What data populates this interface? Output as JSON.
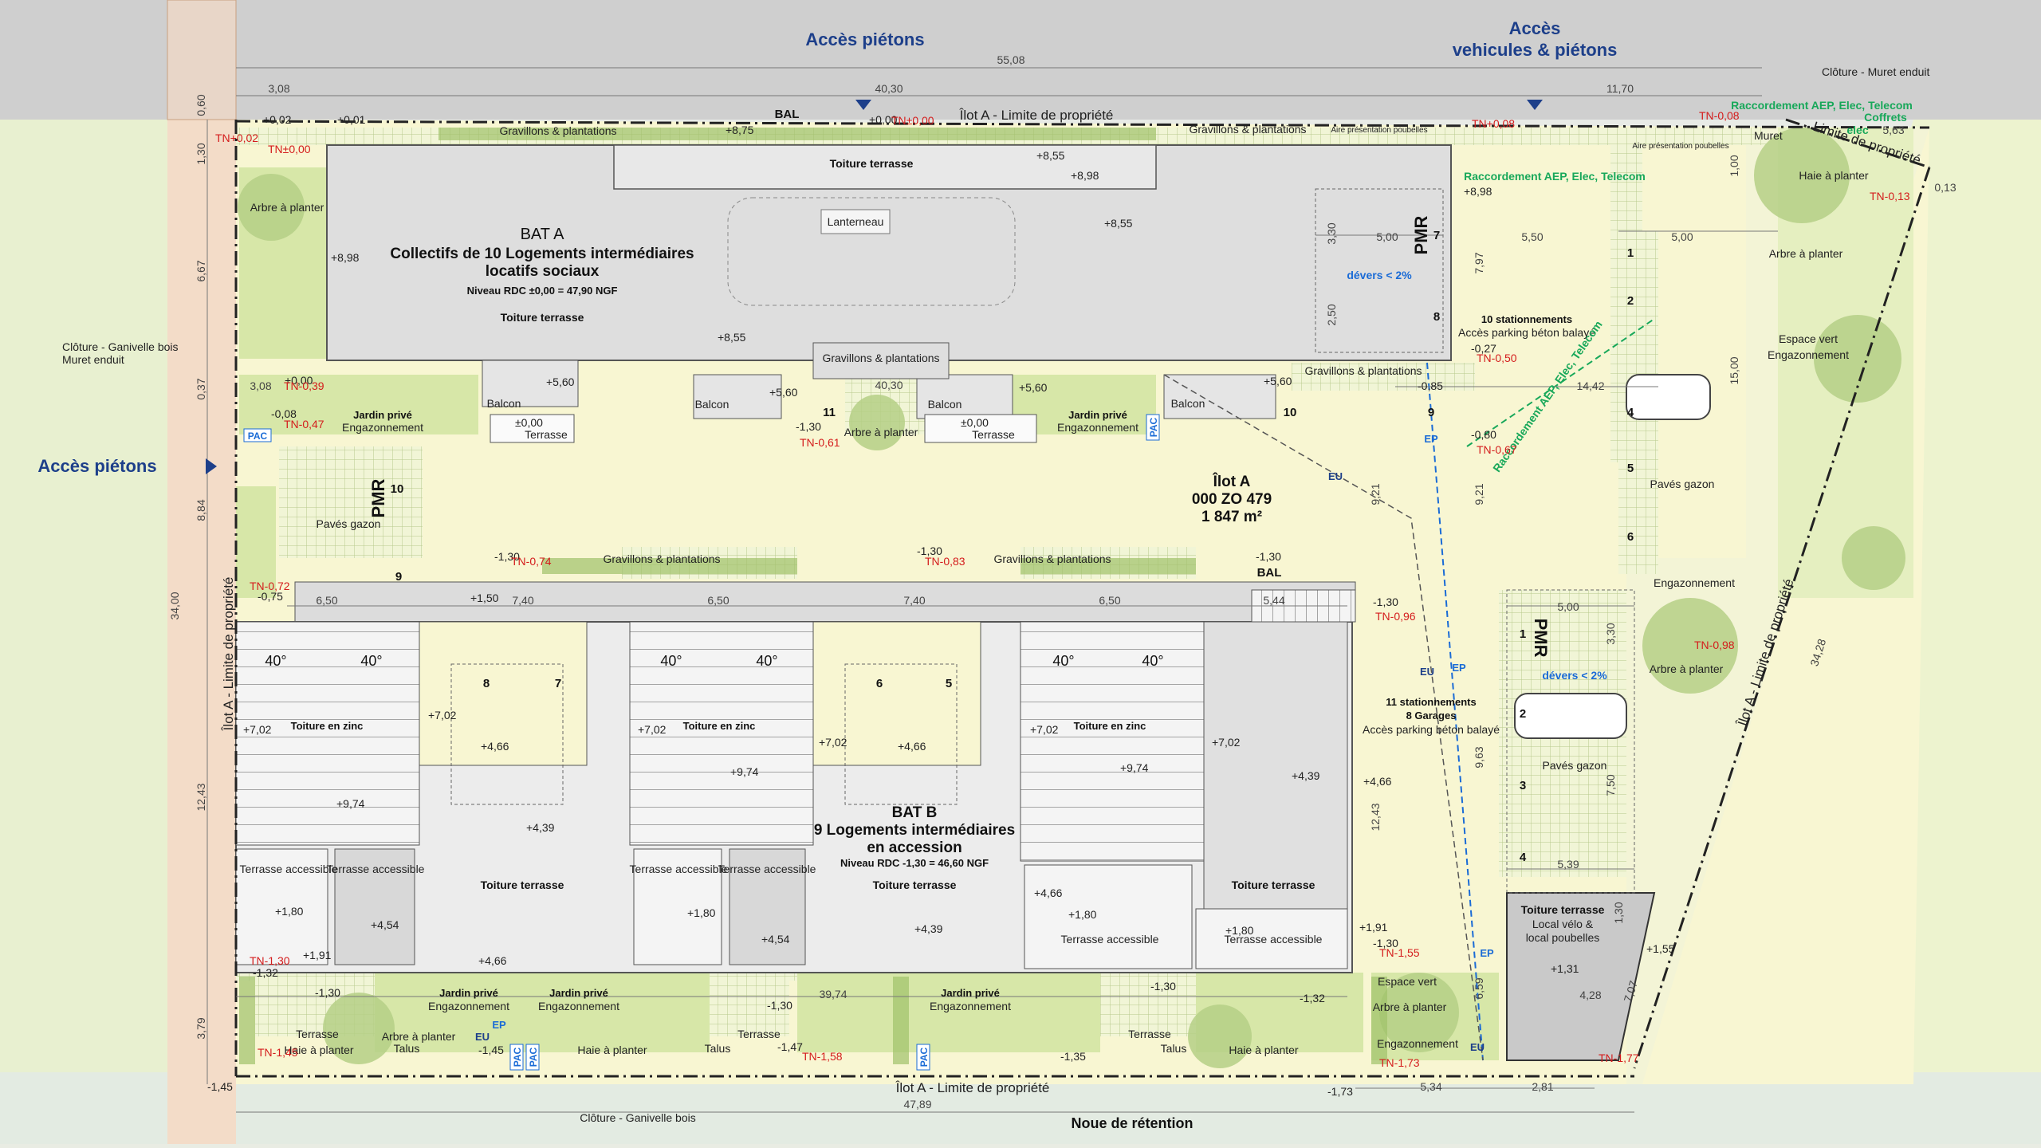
{
  "access": {
    "pedestrian_top": "Accès piétons",
    "vehicle_top_1": "Accès",
    "vehicle_top_2": "vehicules & piétons",
    "pedestrian_left": "Accès piétons"
  },
  "boundary": {
    "top": "Îlot A - Limite de propriété",
    "bottom": "Îlot A - Limite de propriété",
    "left": "Îlot A - Limite de propriété",
    "right": "Îlot A - Limite de propriété",
    "top_right": "Limite de propriété"
  },
  "fences": {
    "top_right": "Clôture - Muret enduit",
    "left_1": "Clôture - Ganivelle bois",
    "left_2": "Muret enduit",
    "bottom": "Clôture - Ganivelle bois",
    "muret": "Muret"
  },
  "noue": "Noue de rétention",
  "bat_a": {
    "title": "BAT A",
    "line1": "Collectifs de 10 Logements intermédiaires",
    "line2": "locatifs sociaux",
    "level": "Niveau RDC ±0,00 = 47,90 NGF",
    "roof": "Toiture terrasse",
    "roof_top": "Toiture terrasse",
    "lanterneau": "Lanterneau"
  },
  "bat_b": {
    "title": "BAT B",
    "line1": "9 Logements intermédiaires",
    "line2": "en accession",
    "level": "Niveau RDC -1,30 = 46,60 NGF",
    "roof": "Toiture terrasse"
  },
  "ilot": {
    "name": "Îlot A",
    "ref": "000 ZO 479",
    "area": "1 847 m²"
  },
  "labels": {
    "bal": "BAL",
    "gravillons": "Gravillons & plantations",
    "aire_poubelles": "Aire présentation poubelles",
    "arbre": "Arbre à planter",
    "haie": "Haie à planter",
    "jardin": "Jardin privé",
    "engazonnement": "Engazonnement",
    "balcon": "Balcon",
    "terrasse": "Terrasse",
    "pmr": "PMR",
    "paves": "Pavés gazon",
    "espace_vert": "Espace vert",
    "zinc": "Toiture en zinc",
    "accessible": "Terrasse accessible",
    "talus": "Talus",
    "pac": "PAC",
    "devers": "dévers < 2%",
    "eu": "EU",
    "ep": "EP",
    "angle": "40°",
    "park10_1": "10 stationnements",
    "park10_2": "Accès parking béton balayé",
    "park11_1": "11 stationnements",
    "park11_2": "8 Garages",
    "park11_3": "Accès parking béton balayé",
    "local_1": "Toiture terrasse",
    "local_2": "Local vélo &",
    "local_3": "local poubelles",
    "aep1": "Raccordement AEP, Elec, Telecom",
    "aep2": "Raccordement AEP, Elec, Telecom",
    "aep3": "Raccordement AEP, Elec, Telecom",
    "coffrets": "Coffrets",
    "elec": "elec"
  },
  "dims": {
    "total_top": "55,08",
    "top_a": "3,08",
    "top_b": "40,30",
    "top_c": "11,70",
    "left_total": "34,00",
    "bottom_total": "47,89",
    "bottom_mid": "39,74",
    "left_1": "1,30",
    "left_2": "6,67",
    "left_3": "0,37",
    "left_4": "8,84",
    "left_5": "12,43",
    "left_6": "3,79",
    "b1": "6,50",
    "b2": "7,40",
    "b3": "6,50",
    "b4": "7,40",
    "b5": "6,50",
    "b6": "5,44",
    "p1": "5,00",
    "p2": "5,50",
    "p3": "5,00",
    "p4": "14,42",
    "p5": "5,00",
    "p6": "5,39",
    "p7": "3,30",
    "p8": "2,50",
    "p9": "7,97",
    "p10": "9,21",
    "p11": "9,21",
    "p12": "12,43",
    "p13": "9,63",
    "p14": "6,59",
    "p15": "5,34",
    "p16": "2,81",
    "p17": "4,28",
    "p18": "3,30",
    "p19": "7,50",
    "p20": "1,00",
    "p21": "15,00",
    "p22": "40,30",
    "p23": "3,08",
    "p24": "0,60",
    "p25": "5,63",
    "p26": "0,13",
    "p27": "34,28",
    "p28": "7,07",
    "p29": "1,30"
  },
  "levels": {
    "l1": "+0,02",
    "l2": "+0,01",
    "l3": "+8,75",
    "l4": "+0,00",
    "l5": "+8,55",
    "l6": "+8,98",
    "l7": "+8,98",
    "l8": "+8,55",
    "l9": "+8,98",
    "l10": "+8,55",
    "l11": "+5,60",
    "l12": "+5,60",
    "l13": "+5,60",
    "l14": "+5,60",
    "l15": "±0,00",
    "l16": "±0,00",
    "l17": "-1,30",
    "l18": "+0,00",
    "l19": "-0,08",
    "l20": "-0,85",
    "l21": "-0,27",
    "l22": "-0,80",
    "l23": "-1,30",
    "l24": "-1,30",
    "l25": "-1,30",
    "l26": "+1,50",
    "l27": "-1,30",
    "l28": "+7,02",
    "l29": "+7,02",
    "l30": "+7,02",
    "l31": "+7,02",
    "l32": "+7,02",
    "l33": "+7,02",
    "l34": "+4,66",
    "l35": "+4,66",
    "l36": "+9,74",
    "l37": "+9,74",
    "l38": "+9,74",
    "l39": "+4,39",
    "l40": "+4,39",
    "l41": "+4,39",
    "l42": "+4,66",
    "l43": "+4,66",
    "l44": "+1,80",
    "l45": "+1,80",
    "l46": "+1,80",
    "l47": "+1,80",
    "l48": "+4,54",
    "l49": "+4,54",
    "l50": "+1,91",
    "l51": "+1,91",
    "l52": "+4,66",
    "l53": "-1,30",
    "l54": "-1,30",
    "l55": "-1,30",
    "l56": "-1,32",
    "l57": "-1,32",
    "l58": "-1,45",
    "l59": "-1,47",
    "l60": "-1,35",
    "l61": "-1,45",
    "l62": "-1,73",
    "l63": "+1,31",
    "l64": "+1,55",
    "l65": "-0,75",
    "l66": "-1,30"
  },
  "tn": {
    "t1": "TN+0,02",
    "t2": "TN±0,00",
    "t3": "TN±0,00",
    "t4": "TN+0,08",
    "t5": "TN-0,08",
    "t6": "TN-0,13",
    "t7": "TN-0,39",
    "t8": "TN-0,47",
    "t9": "TN-0,61",
    "t10": "TN-0,50",
    "t11": "TN-0,67",
    "t12": "TN-0,74",
    "t13": "TN-0,83",
    "t14": "TN-0,72",
    "t15": "TN-0,96",
    "t16": "TN-0,98",
    "t17": "TN-1,30",
    "t18": "TN-1,55",
    "t19": "TN-1,45",
    "t20": "TN-1,58",
    "t21": "TN-1,73",
    "t22": "TN-1,77"
  },
  "numbers": {
    "n1": "1",
    "n2": "2",
    "n3": "3",
    "n4": "4",
    "n5": "5",
    "n6": "6",
    "n7": "7",
    "n8": "8",
    "n9": "9",
    "n10": "10",
    "n11": "11"
  }
}
